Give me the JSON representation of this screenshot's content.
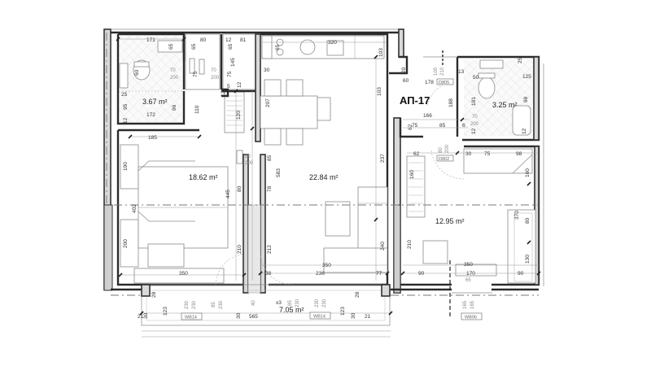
{
  "plan": {
    "apartment_label": "АП-17",
    "rooms": [
      {
        "id": "bathroom-left",
        "area": "3.67 m²"
      },
      {
        "id": "bedroom-left",
        "area": "18.62 m²"
      },
      {
        "id": "living-kitchen",
        "area": "22.84 m²"
      },
      {
        "id": "bathroom-right",
        "area": "3.25 m²"
      },
      {
        "id": "bedroom-right",
        "area": "12.95 m²"
      },
      {
        "id": "balcony",
        "area": "7.05 m²",
        "prefix": "x3"
      }
    ],
    "tags": {
      "d_bath_left": "D802",
      "d_bath_left2": "D802",
      "d_bedroom_left": "D802",
      "d_entry": "D805",
      "d_bedroom_right": "D802",
      "w_left": "WB14",
      "w_mid": "WB14",
      "w_right": "WB06"
    },
    "dimensions": {
      "bl_171": "171",
      "bl_65": "65",
      "bl_80": "80",
      "bl_65b": "65",
      "bl_12": "12",
      "bl_81": "81",
      "bl_65c": "65",
      "bl_60": "60",
      "bl_70": "70",
      "bl_200": "200",
      "bl_70b": "70",
      "bl_200b": "200",
      "bl_75": "75",
      "bl_75b": "75",
      "bl_145": "145",
      "bl_12b": "12",
      "bl_5": "5",
      "bl_12c": "12",
      "bl_25": "25",
      "bl_95": "95",
      "bl_96": "96",
      "bl_172": "172",
      "bl_12d": "12",
      "bl_110": "110",
      "bl_120": "120",
      "k_320": "320",
      "k_65": "65",
      "k_103": "103",
      "k_30": "30",
      "k_207": "207",
      "k_103b": "103",
      "k_20": "20",
      "k_60": "60",
      "e_100": "100",
      "e_210": "210",
      "e_178": "178",
      "e_13": "13",
      "e_188": "188",
      "e_166": "166",
      "e_62": "62",
      "e_75": "75",
      "e_85": "85",
      "e_6": "6",
      "br_50": "50",
      "br_25": "25",
      "br_125": "125",
      "br_181": "181",
      "br_98": "98",
      "br_12": "12",
      "br_12b": "12",
      "br_70": "70",
      "br_200": "200",
      "bl2_185": "185",
      "bl2_190": "190",
      "bl2_402": "402",
      "bl2_200": "200",
      "bl2_350": "350",
      "bl2_445": "445",
      "bl2_80": "80",
      "bl2_210": "210",
      "bl2_80d": "80",
      "bl2_200d": "200",
      "lk_85": "85",
      "lk_583": "583",
      "lk_78": "78",
      "lk_212": "212",
      "lk_237": "237",
      "lk_240": "240",
      "lk_350": "350",
      "lk_236": "236",
      "lk_77": "77",
      "lk_38": "38",
      "r2_62": "62",
      "r2_80": "80",
      "r2_200": "200",
      "r2_30": "30",
      "r2_75": "75",
      "r2_98": "98",
      "r2_160": "160",
      "r2_160b": "160",
      "r2_370": "370",
      "r2_80b": "80",
      "r2_210": "210",
      "r2_130": "130",
      "r2_350": "350",
      "r2_90": "90",
      "r2_170": "170",
      "r2_90b": "90",
      "r2_65": "65",
      "r2_165": "165",
      "r2_165b": "165",
      "bal_21": "21",
      "bal_30": "30",
      "bal_28": "28",
      "bal_123": "123",
      "bal_230a": "230",
      "bal_230b": "230",
      "bal_85": "85",
      "bal_230c": "230",
      "bal_30b": "30",
      "bal_565": "565",
      "bal_40": "40",
      "bal_85b": "85",
      "bal_230d": "230",
      "bal_230e": "230",
      "bal_230f": "230",
      "bal_28b": "28",
      "bal_123b": "123",
      "bal_30c": "30",
      "bal_21b": "21"
    }
  }
}
